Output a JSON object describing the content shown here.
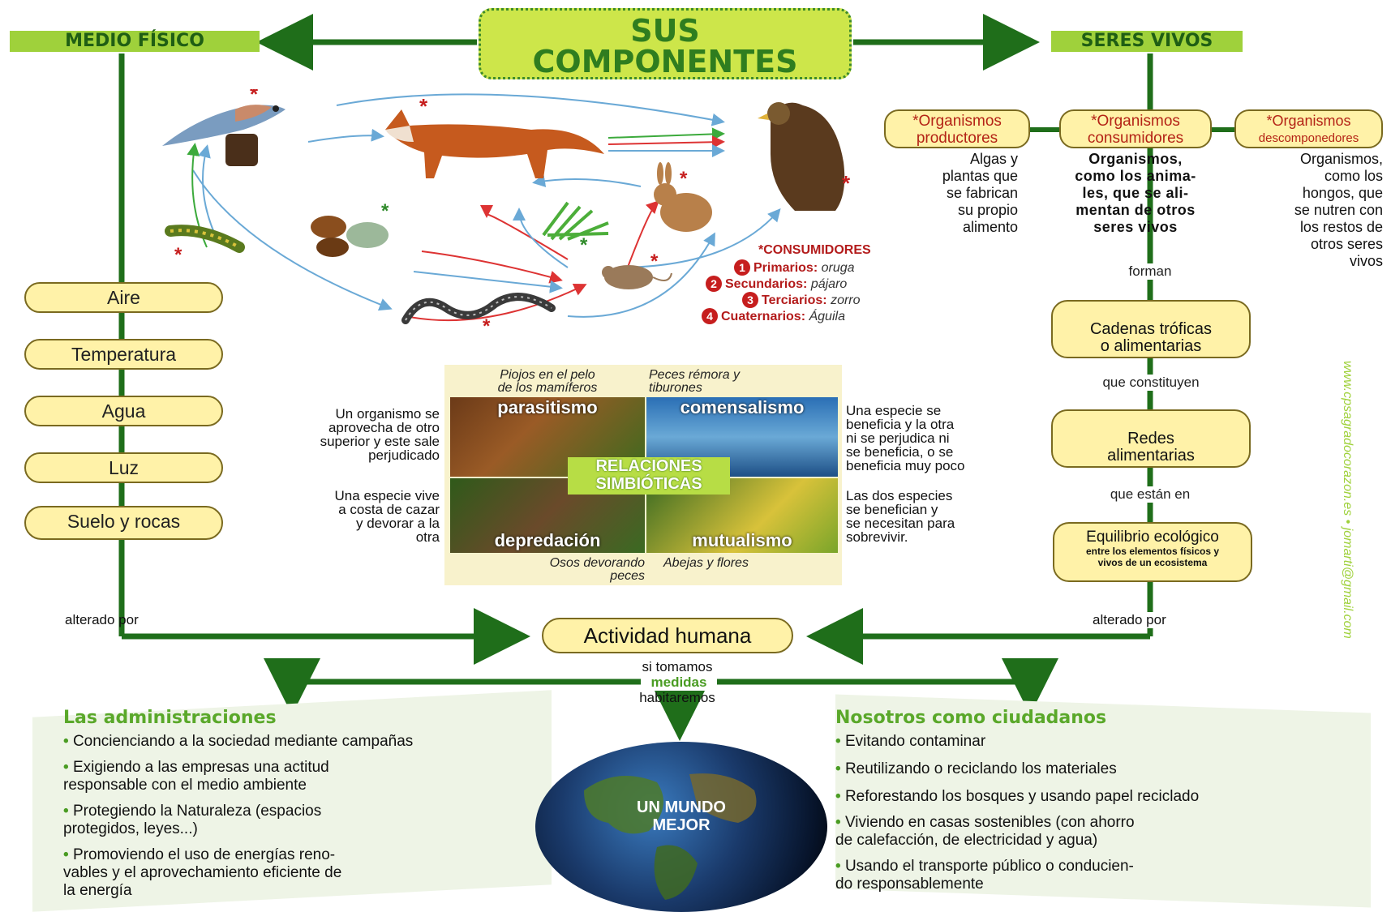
{
  "title": {
    "line1": "SUS",
    "line2": "COMPONENTES"
  },
  "medio_fisico": {
    "label": "MEDIO FÍSICO",
    "items": [
      "Aire",
      "Temperatura",
      "Agua",
      "Luz",
      "Suelo y rocas"
    ],
    "altered_by": "alterado por"
  },
  "seres_vivos": {
    "label": "SERES VIVOS",
    "groups": [
      {
        "title1": "*Organismos",
        "title2": "productores",
        "desc": [
          "Algas y",
          "plantas que",
          "se fabrican",
          "su propio",
          "alimento"
        ]
      },
      {
        "title1": "*Organismos",
        "title2": "consumidores",
        "desc": [
          "Organismos,",
          "como los anima-",
          "les, que se ali-",
          "mentan de otros",
          "seres vivos"
        ]
      },
      {
        "title1": "*Organismos",
        "title2": "descomponedores",
        "desc": [
          "Organismos,",
          "como los",
          "hongos, que",
          "se nutren con",
          "los restos de",
          "otros seres",
          "vivos"
        ]
      }
    ],
    "forman": "forman",
    "cadenas": [
      "Cadenas tróficas",
      "o alimentarias"
    ],
    "que_constituyen": "que constituyen",
    "redes": [
      "Redes",
      "alimentarias"
    ],
    "que_estan_en": "que están en",
    "equilibrio": {
      "title": "Equilibrio ecológico",
      "sub1": "entre los elementos físicos y",
      "sub2": "vivos de un ecosistema"
    },
    "altered_by": "alterado por"
  },
  "consumidores": {
    "header": "*CONSUMIDORES",
    "items": [
      {
        "num": "1",
        "label": "Primarios:",
        "example": "oruga"
      },
      {
        "num": "2",
        "label": "Secundarios:",
        "example": "pájaro"
      },
      {
        "num": "3",
        "label": "Terciarios:",
        "example": "zorro"
      },
      {
        "num": "4",
        "label": "Cuaternarios:",
        "example": "Águila"
      }
    ]
  },
  "simbiosis": {
    "center": [
      "RELACIONES",
      "SIMBIÓTICAS"
    ],
    "quads": [
      {
        "label": "parasitismo",
        "caption": [
          "Piojos en el pelo",
          "de los mamíferos"
        ],
        "desc": [
          "Un organismo se",
          "aprovecha de otro",
          "superior  y este sale",
          "perjudicado"
        ]
      },
      {
        "label": "comensalismo",
        "caption": [
          "Peces rémora y",
          "tiburones"
        ],
        "desc": [
          "Una especie se",
          "beneficia y la otra",
          "ni se perjudica ni",
          "se beneficia, o se",
          "beneficia muy poco"
        ]
      },
      {
        "label": "depredación",
        "caption": [
          "Osos devorando",
          "peces"
        ],
        "desc": [
          "Una especie vive",
          "a costa de cazar",
          "y devorar a la",
          "otra"
        ]
      },
      {
        "label": "mutualismo",
        "caption": [
          "Abejas y flores"
        ],
        "desc": [
          "Las dos especies",
          "se benefician y",
          "se necesitan para",
          "sobrevivir."
        ]
      }
    ]
  },
  "actividad": {
    "label": "Actividad humana",
    "si_tomamos": "si tomamos",
    "medidas": "medidas",
    "habitaremos": "habitaremos",
    "globe": [
      "UN MUNDO",
      "MEJOR"
    ]
  },
  "administraciones": {
    "title": "Las administraciones",
    "items": [
      [
        "Concienciando a la sociedad mediante campañas"
      ],
      [
        "Exigiendo a las empresas una actitud",
        "responsable con el medio ambiente"
      ],
      [
        "Protegiendo la Naturaleza (espacios",
        "protegidos, leyes...)"
      ],
      [
        "Promoviendo el uso de energías reno-",
        "vables y el aprovechamiento eficiente de",
        "la energía"
      ]
    ]
  },
  "ciudadanos": {
    "title": "Nosotros como ciudadanos",
    "items": [
      [
        "Evitando contaminar"
      ],
      [
        "Reutilizando o reciclando los materiales"
      ],
      [
        "Reforestando los bosques y usando papel reciclado"
      ],
      [
        "Viviendo en casas sostenibles (con ahorro",
        "de calefacción, de electricidad y agua)"
      ],
      [
        "Usando el transporte público o conducien-",
        "do responsablemente"
      ]
    ]
  },
  "watermark": "www.cpsagradocorazon.es • jomarti@gmail.com",
  "icons": [
    "jay-bird",
    "fox",
    "eagle",
    "rabbit",
    "grass",
    "acorn-plant",
    "caterpillar",
    "mouse",
    "snake"
  ],
  "colors": {
    "dark_green": "#1f6e1a",
    "light_green": "#9fd13b",
    "pill_fill": "#fff2a8",
    "red": "#c61e1e"
  }
}
